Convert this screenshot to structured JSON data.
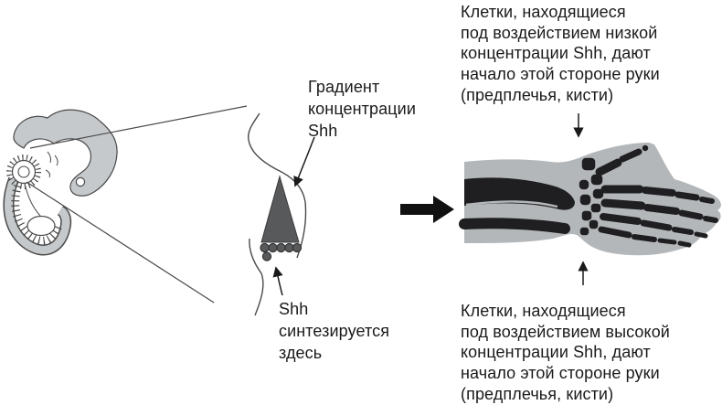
{
  "figure": {
    "labels": {
      "gradient_label": "Градиент\nконцентрации\nShh",
      "source_label": "Shh\nсинтезируется\nздесь",
      "low_shh_note": "Клетки, находящиеся\nпод воздействием низкой\nконцентрации Shh, дают\nначало этой стороне руки\n(предплечья, кисти)",
      "high_shh_note": "Клетки, находящиеся\nпод воздействием высокой\nконцентрации Shh, дают\nначало этой стороне руки\n(предплечья, кисти)"
    },
    "colors": {
      "background": "#ffffff",
      "text": "#1a1a1a",
      "outline": "#4a4a4a",
      "gradient_triangle": "#58595b",
      "shh_cells": "#58595b",
      "embryo_fill": "#c6c9cb",
      "hand_silhouette": "#b4b7b9",
      "bone": "#1f1f21",
      "transition_arrow": "#111111"
    }
  }
}
